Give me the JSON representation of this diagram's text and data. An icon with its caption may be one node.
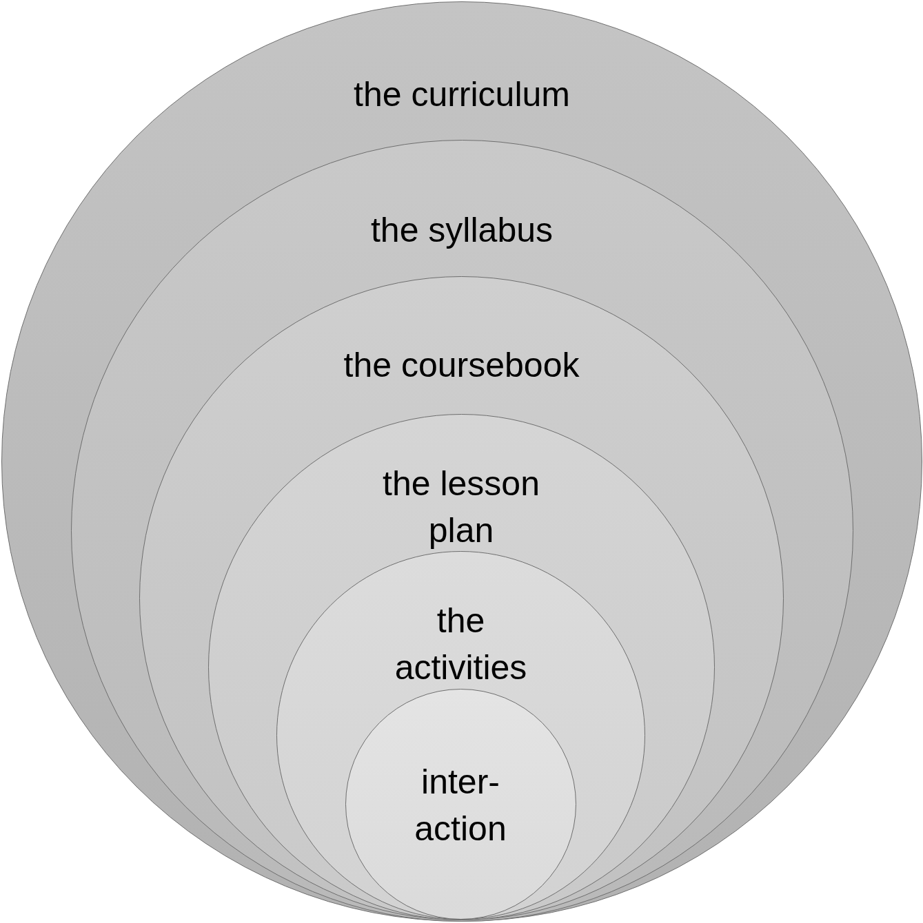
{
  "diagram": {
    "nodes": [
      {
        "text": [
          "the curriculum"
        ]
      },
      {
        "text": [
          "the syllabus"
        ],
        "in": 0
      },
      {
        "text": [
          "the coursebook"
        ],
        "in": 1
      },
      {
        "text": [
          "the lesson plan"
        ],
        "in": 2
      },
      {
        "text": [
          "the activities"
        ],
        "in": 3
      },
      {
        "text": [
          "inter- action"
        ],
        "in": 4
      }
    ]
  }
}
